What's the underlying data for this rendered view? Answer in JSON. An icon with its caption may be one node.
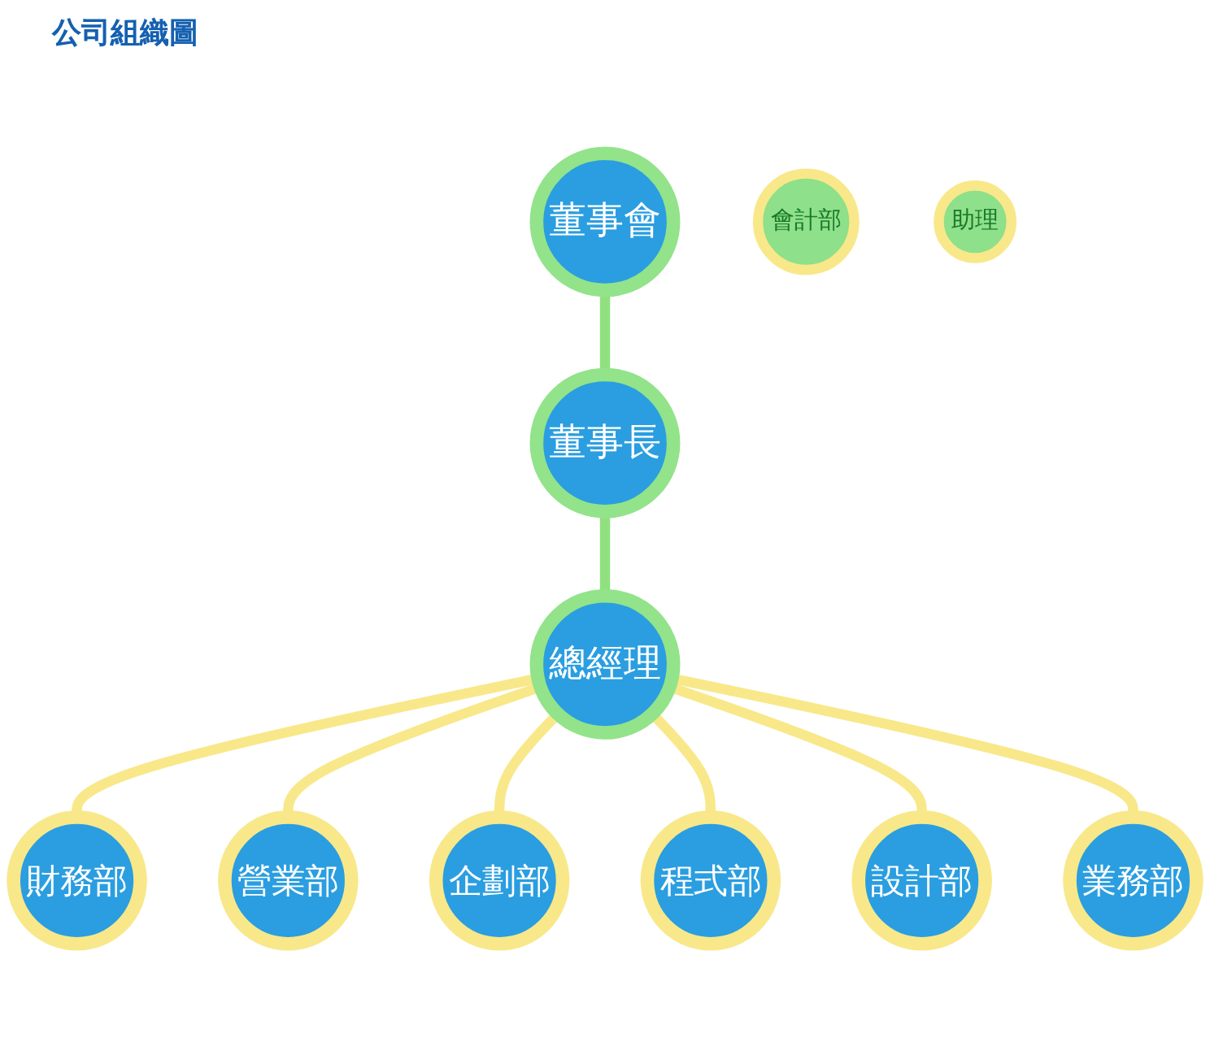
{
  "diagram": {
    "title": "公司組織圖",
    "nodes": [
      {
        "text": [
          "董事會"
        ]
      },
      {
        "text": [
          "董事長"
        ]
      },
      {
        "text": [
          "總經理"
        ]
      },
      {
        "text": [
          "財務部"
        ]
      },
      {
        "text": [
          "會計部"
        ]
      },
      {
        "text": [
          "營業部"
        ]
      },
      {
        "text": [
          "企劃部"
        ]
      },
      {
        "text": [
          "程式部"
        ]
      },
      {
        "text": [
          "設計部"
        ]
      },
      {
        "text": [
          "業務部"
        ]
      },
      {
        "text": [
          "助理"
        ]
      }
    ],
    "edges": [
      {
        "from": 0,
        "to": 1,
        "arrow": "none",
        "color": "#90e080"
      },
      {
        "from": 1,
        "to": 2,
        "arrow": "none",
        "color": "#90e080"
      },
      {
        "from": 2,
        "to": 3,
        "arrow": "none"
      },
      {
        "from": 2,
        "to": 5,
        "arrow": "none"
      },
      {
        "from": 2,
        "to": 6,
        "arrow": "none"
      },
      {
        "from": 2,
        "to": 7,
        "arrow": "none"
      },
      {
        "from": 2,
        "to": 8,
        "arrow": "none"
      },
      {
        "from": 2,
        "to": 9,
        "arrow": "none"
      }
    ]
  }
}
